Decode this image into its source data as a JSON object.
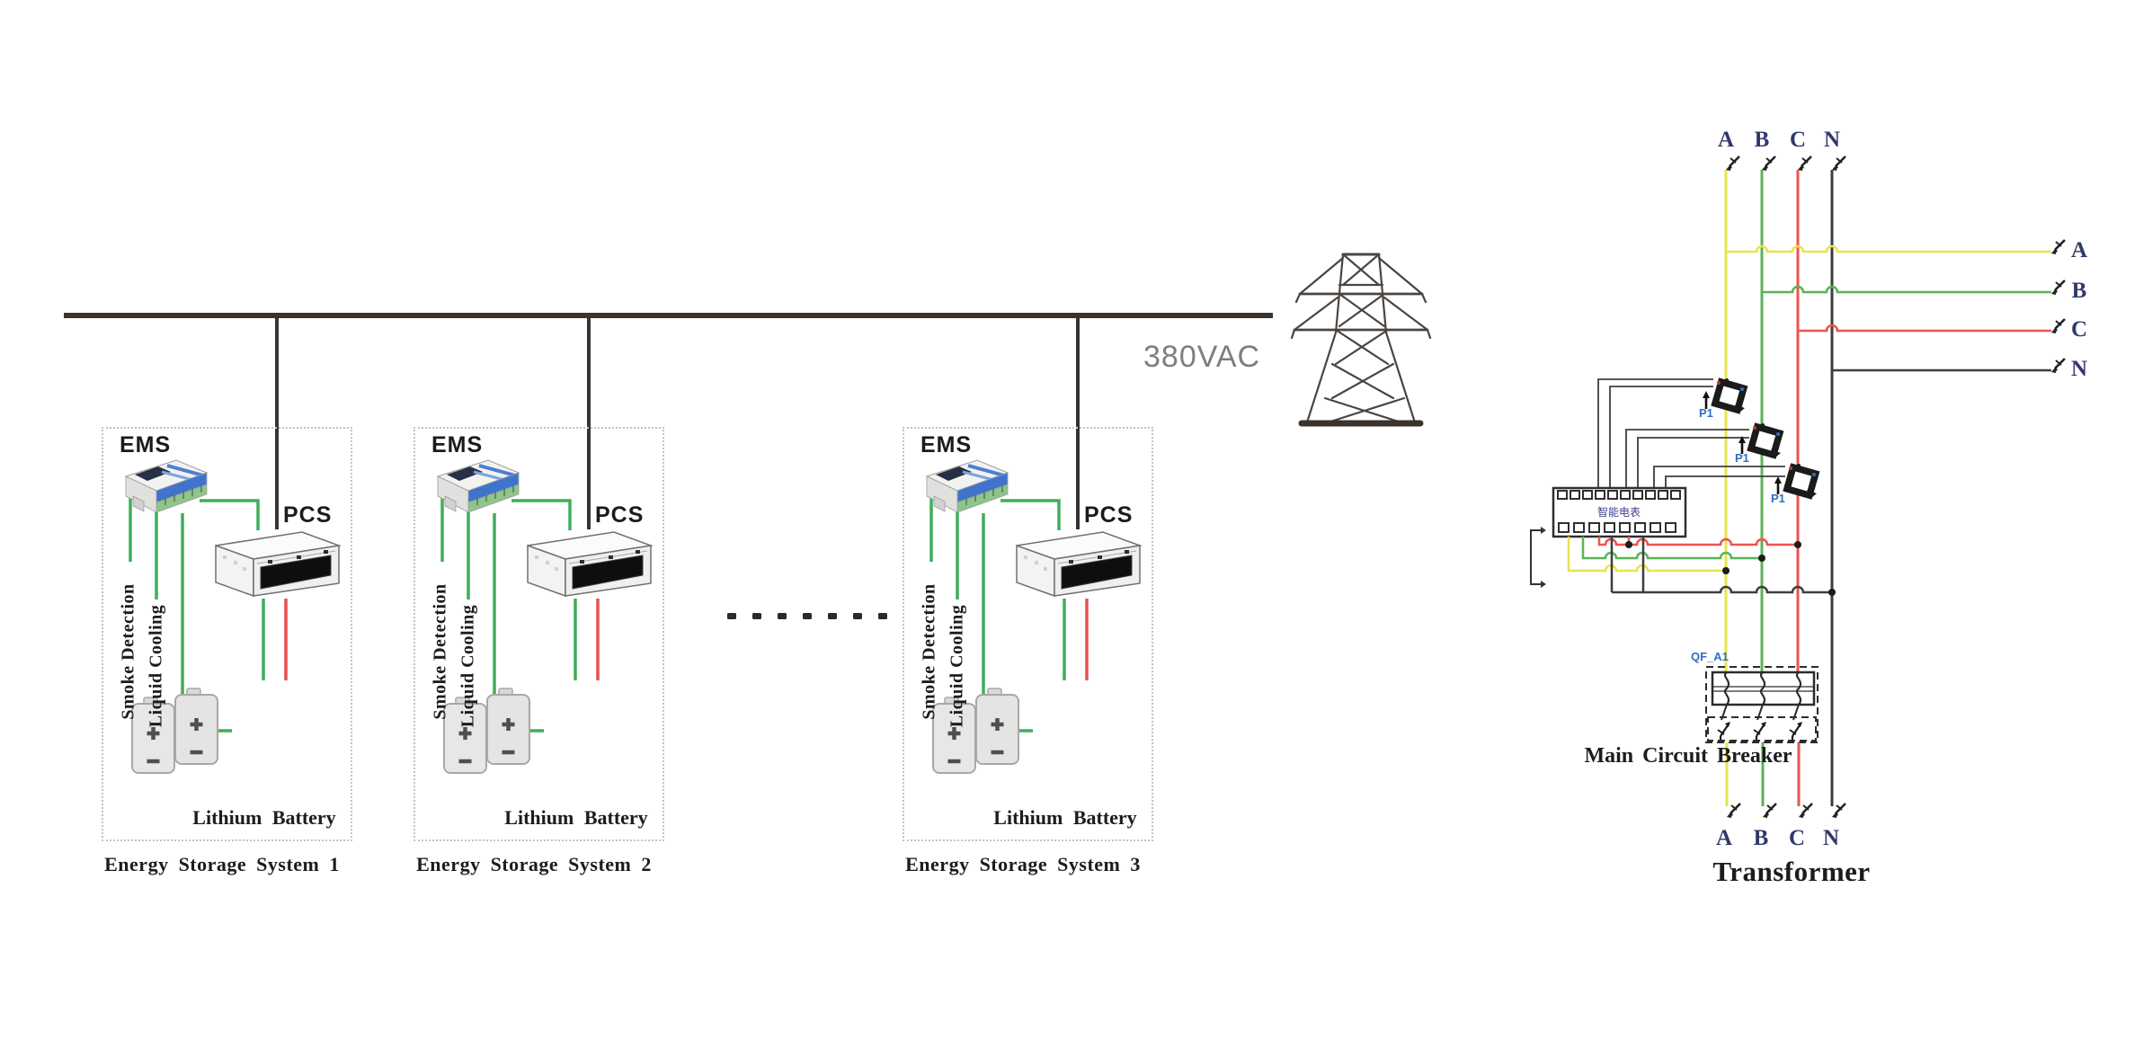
{
  "bus": {
    "voltage_label": "380VAC"
  },
  "icons": {
    "tower": "transmission-tower-icon",
    "battery": "battery-cell-icon",
    "ems_device": "ems-controller-icon",
    "pcs_device": "pcs-converter-icon",
    "ct": "current-transformer-icon",
    "terminal": "terminal-arrow-icon"
  },
  "ess": {
    "labels": {
      "ems": "EMS",
      "pcs": "PCS",
      "smoke": "Smoke Detection",
      "liquid": "Liquid Cooling",
      "battery": "Lithium Battery"
    },
    "units": [
      {
        "caption": "Energy Storage System 1"
      },
      {
        "caption": "Energy Storage System 2"
      },
      {
        "caption": "Energy Storage System 3"
      }
    ]
  },
  "schematic": {
    "source_phases": [
      "A",
      "B",
      "C",
      "N"
    ],
    "feeder_phases": [
      "A",
      "B",
      "C",
      "N"
    ],
    "output_phases": [
      "A",
      "B",
      "C",
      "N"
    ],
    "ct_labels": [
      "P1",
      "P1",
      "P1"
    ],
    "breaker_id": "QF_A1",
    "meter_text": "智能电表",
    "breaker_caption": "Main Circuit Breaker",
    "transformer_caption": "Transformer"
  },
  "colors": {
    "phase_a_yellow": "#e8e44c",
    "phase_b_green": "#5cb356",
    "phase_c_red": "#ee5252",
    "neutral_black": "#3e3e3e",
    "ess_green_wire": "#3fae5a",
    "ess_red_wire": "#ea4f4f",
    "bus_black": "#3a332e",
    "blue_label": "#2f6fc1",
    "gray_label": "#7e7e7e"
  }
}
